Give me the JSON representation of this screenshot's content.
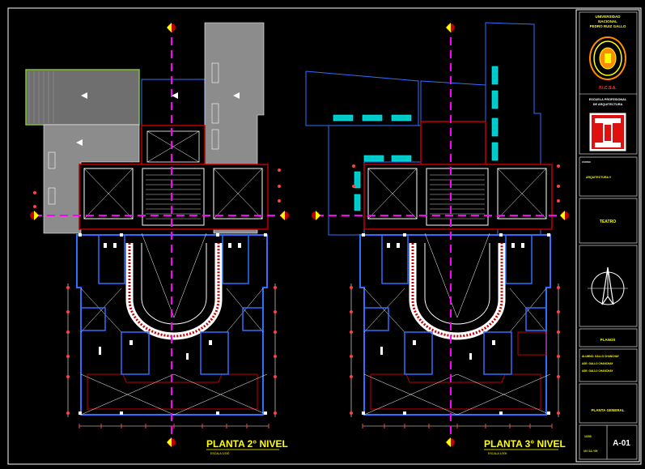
{
  "title_block": {
    "university_line1": "UNIVERSIDAD",
    "university_line2": "NACIONAL",
    "university_line3": "PEDRO RUIZ GALLO",
    "faculty": "F.I.C.S.A.",
    "school_line1": "ESCUELA PROFESIONAL",
    "school_line2": "DE ARQUITECTURA",
    "course_label": "CURSO",
    "course_value": "ARQUITECTURA V",
    "project": "TEATRO",
    "sheet_label": "PLANOS",
    "authors": [
      "ALUMNO: GALLO CHANCHAY",
      "ASE: GALLO CHANCHAY",
      "ASE: GALLO CHANCHAY"
    ],
    "drawing": "PLANTA GENERAL",
    "scale_label": "1/200",
    "date": "10 / 11 / 09",
    "sheet_number": "A-01"
  },
  "plans": [
    {
      "title": "PLANTA 2° NIVEL",
      "subtitle": "ESCALA 1/200"
    },
    {
      "title": "PLANTA 3° NIVEL",
      "subtitle": "ESCALA 1/200"
    }
  ],
  "colors": {
    "background": "#000000",
    "wall": "#ffffff",
    "blue": "#2f6fff",
    "red": "#c00000",
    "magenta": "#ff00ff",
    "cyan": "#00ffff",
    "yellow": "#ffff00",
    "gray_fill": "#8c8c8c",
    "green": "#7ec234"
  }
}
